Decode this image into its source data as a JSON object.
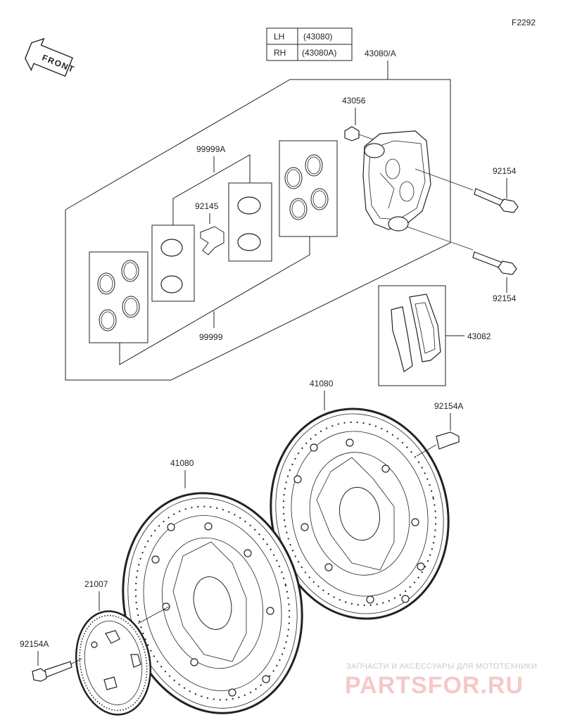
{
  "figure_code": "F2292",
  "front_label": "FRONT",
  "variant_table": [
    {
      "side": "LH",
      "code": "(43080)"
    },
    {
      "side": "RH",
      "code": "(43080A)"
    }
  ],
  "parts": {
    "caliper_assy": "43080/A",
    "bleeder": "43056",
    "caliper_bolt_upper": "92154",
    "caliper_bolt_lower": "92154",
    "seal_kit_a": "99999A",
    "pad_spring": "92145",
    "seal_kit": "99999",
    "pad_set": "43082",
    "disc_rh": "41080",
    "disc_lh": "41080",
    "disc_bolt_rh": "92154A",
    "sensor_rotor": "21007",
    "disc_bolt_lh": "92154A"
  },
  "watermark": {
    "line1": "ЗАПЧАСТИ И АКСЕССУАРЫ ДЛЯ МОТОТЕХНИКИ",
    "line2": "PARTSFOR.RU"
  },
  "colors": {
    "ink": "#222222",
    "watermark": "#f4c9c9"
  }
}
